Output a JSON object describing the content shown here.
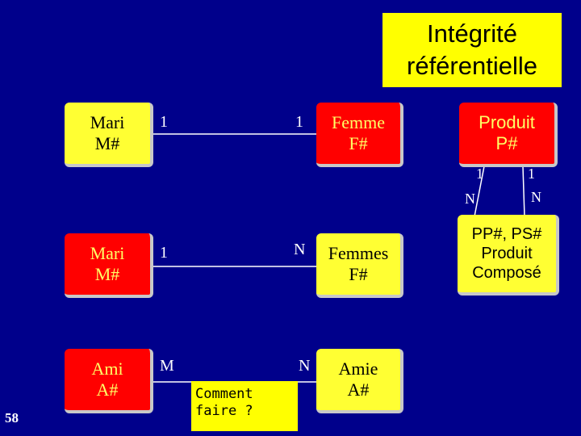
{
  "title": {
    "line1": "Intégrité",
    "line2": "référentielle"
  },
  "row1": {
    "left": {
      "line1": "Mari",
      "line2": "M#"
    },
    "right": {
      "line1": "Femme",
      "line2": "F#"
    },
    "card_left": "1",
    "card_right": "1"
  },
  "row2": {
    "left": {
      "line1": "Mari",
      "line2": "M#"
    },
    "right": {
      "line1": "Femmes",
      "line2": "F#"
    },
    "card_left": "1",
    "card_right": "N"
  },
  "row3": {
    "left": {
      "line1": "Ami",
      "line2": "A#"
    },
    "right": {
      "line1": "Amie",
      "line2": "A#"
    },
    "card_left": "M",
    "card_right": "N",
    "question": {
      "line1": "Comment",
      "line2": "faire ?"
    }
  },
  "product": {
    "top": {
      "line1": "Produit",
      "line2": "P#"
    },
    "bottom": {
      "line1": "PP#, PS#",
      "line2": "Produit",
      "line3": "Composé"
    },
    "card_top_left": "1",
    "card_top_right": "1",
    "card_bottom_left": "N",
    "card_bottom_right": "N"
  },
  "slide_number": "58",
  "colors": {
    "background": "#00008b",
    "yellow": "#ffff33",
    "red": "#ff0000",
    "line": "#ffffff"
  }
}
